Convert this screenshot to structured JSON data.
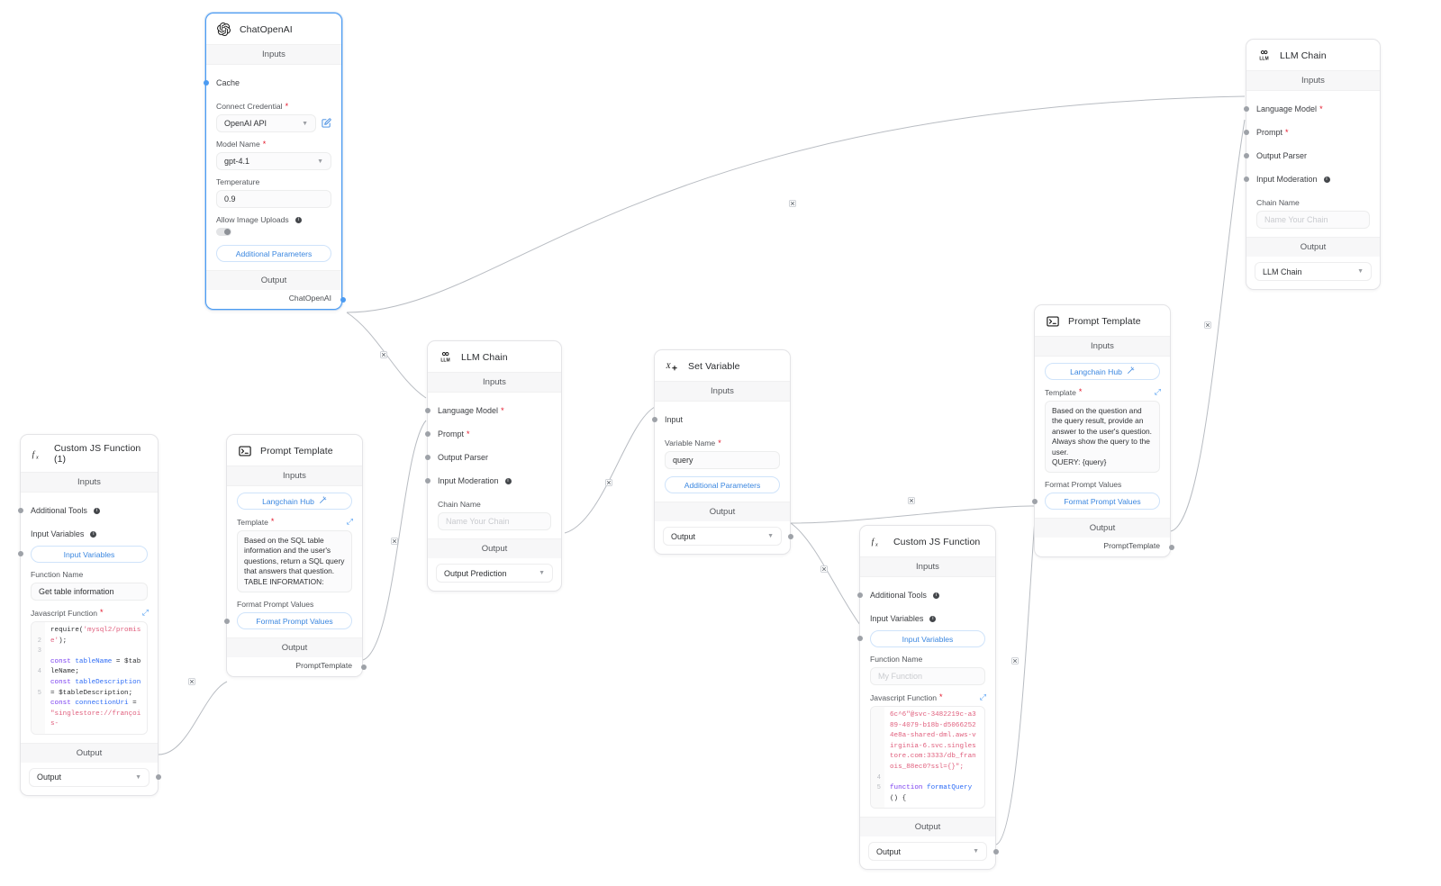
{
  "canvas": {
    "background": "#ffffff",
    "accent": "#3b87e0",
    "required_color": "#e4172b"
  },
  "common": {
    "inputs_label": "Inputs",
    "output_label": "Output",
    "additional_parameters": "Additional Parameters",
    "input_variables_button": "Input Variables",
    "langchain_hub": "Langchain Hub",
    "format_prompt_values": "Format Prompt Values",
    "format_prompt_values_label": "Format Prompt Values",
    "template_label": "Template",
    "function_name_label": "Function Name",
    "javascript_function_label": "Javascript Function",
    "additional_tools_label": "Additional Tools",
    "input_variables_label": "Input Variables",
    "chain_name_label": "Chain Name",
    "chain_name_placeholder": "Name Your Chain",
    "output_option": "Output"
  },
  "nodes": {
    "chatopenai": {
      "title": "ChatOpenAI",
      "icon": "openai-icon",
      "selected": true,
      "anchors": [
        {
          "label": "Cache",
          "required": false,
          "info": false
        }
      ],
      "connect_credential_label": "Connect Credential",
      "connect_credential_value": "OpenAI API",
      "model_name_label": "Model Name",
      "model_name_value": "gpt-4.1",
      "temperature_label": "Temperature",
      "temperature_value": "0.9",
      "allow_image_uploads_label": "Allow Image Uploads",
      "allow_image_uploads_on": false,
      "additional_parameters": "Additional Parameters",
      "output_name": "ChatOpenAI"
    },
    "llm_chain_right": {
      "title": "LLM Chain",
      "icon": "llm-chain-icon",
      "anchors": [
        {
          "label": "Language Model",
          "required": true,
          "info": false
        },
        {
          "label": "Prompt",
          "required": true,
          "info": false
        },
        {
          "label": "Output Parser",
          "required": false,
          "info": false
        },
        {
          "label": "Input Moderation",
          "required": false,
          "info": true
        }
      ],
      "chain_name_value": "",
      "output_select_value": "LLM Chain"
    },
    "llm_chain_center": {
      "title": "LLM Chain",
      "icon": "llm-chain-icon",
      "anchors": [
        {
          "label": "Language Model",
          "required": true,
          "info": false
        },
        {
          "label": "Prompt",
          "required": true,
          "info": false
        },
        {
          "label": "Output Parser",
          "required": false,
          "info": false
        },
        {
          "label": "Input Moderation",
          "required": false,
          "info": true
        }
      ],
      "chain_name_value": "",
      "output_select_value": "Output Prediction"
    },
    "custom_js_1": {
      "title": "Custom JS Function (1)",
      "icon": "fx-icon",
      "anchors": [
        {
          "label": "Additional Tools",
          "required": false,
          "info": true
        },
        {
          "label": "Input Variables",
          "required": false,
          "info": true
        }
      ],
      "function_name_value": "Get table information",
      "code": {
        "lines": [
          {
            "num": "",
            "tokens": [
              {
                "t": "require(",
                "c": "pl"
              },
              {
                "t": "'mysql2/promise'",
                "c": "st"
              },
              {
                "t": ");",
                "c": "pl"
              }
            ]
          },
          {
            "num": "2",
            "tokens": []
          },
          {
            "num": "3",
            "tokens": [
              {
                "t": "const ",
                "c": "kw"
              },
              {
                "t": "tableName",
                "c": "vr"
              },
              {
                "t": " = $tableName;",
                "c": "pl"
              }
            ]
          },
          {
            "num": "4",
            "tokens": [
              {
                "t": "const ",
                "c": "kw"
              },
              {
                "t": "tableDescription",
                "c": "vr"
              },
              {
                "t": " = $tableDescription;",
                "c": "pl"
              }
            ]
          },
          {
            "num": "5",
            "tokens": [
              {
                "t": "const ",
                "c": "kw"
              },
              {
                "t": "connectionUri",
                "c": "vr"
              },
              {
                "t": " = ",
                "c": "pl"
              },
              {
                "t": "\"singlestore://françois-",
                "c": "st"
              }
            ]
          }
        ]
      },
      "output_select_value": "Output"
    },
    "prompt_template_left": {
      "title": "Prompt Template",
      "icon": "terminal-icon",
      "template_value": "Based on the SQL table information and the user's questions, return a SQL query that answers that question.\nTABLE INFORMATION:",
      "output_name": "PromptTemplate"
    },
    "set_variable": {
      "title": "Set Variable",
      "icon": "set-variable-icon",
      "anchors": [
        {
          "label": "Input",
          "required": false,
          "info": false
        }
      ],
      "variable_name_label": "Variable Name",
      "variable_name_value": "query",
      "output_select_value": "Output"
    },
    "prompt_template_right": {
      "title": "Prompt Template",
      "icon": "terminal-icon",
      "template_value": "Based on the question and the query result, provide an answer to the user's question. Always show the query to the user.\nQUERY: {query}",
      "output_name": "PromptTemplate"
    },
    "custom_js_2": {
      "title": "Custom JS Function",
      "icon": "fx-icon",
      "anchors": [
        {
          "label": "Additional Tools",
          "required": false,
          "info": true
        },
        {
          "label": "Input Variables",
          "required": false,
          "info": true
        }
      ],
      "function_name_value": "",
      "function_name_placeholder": "My Function",
      "code": {
        "lines": [
          {
            "num": "",
            "tokens": [
              {
                "t": "6c^6\"@svc-3482219c-a389-4079-b18b-d50662524e8a-shared-dml.aws-virginia-6.svc.singlestore.com:3333/db_franois_88ec0?ssl={}\";",
                "c": "st"
              }
            ]
          },
          {
            "num": "4",
            "tokens": []
          },
          {
            "num": "5",
            "tokens": [
              {
                "t": "function ",
                "c": "kw"
              },
              {
                "t": "formatQuery",
                "c": "fn"
              },
              {
                "t": "() {",
                "c": "pl"
              }
            ]
          }
        ]
      },
      "output_select_value": "Output"
    }
  }
}
